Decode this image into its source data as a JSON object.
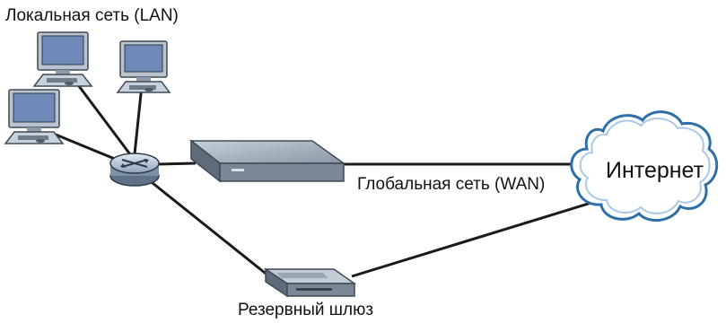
{
  "labels": {
    "lan": "Локальная сеть (LAN)",
    "wan": "Глобальная сеть (WAN)",
    "backup_gateway": "Резервный шлюз",
    "internet": "Интернет"
  },
  "colors": {
    "link_line": "#1a1a1a",
    "device_body": "#9aa7b4",
    "device_dark": "#4d5966",
    "screen": "#6f88b8",
    "cloud_stroke": "#2f6fa8",
    "cloud_fill": "#ffffff"
  },
  "icons": {
    "computer": "computer-icon",
    "router": "router-icon",
    "modem": "wan-modem-icon",
    "backup": "backup-gateway-icon",
    "cloud": "internet-cloud-icon"
  }
}
